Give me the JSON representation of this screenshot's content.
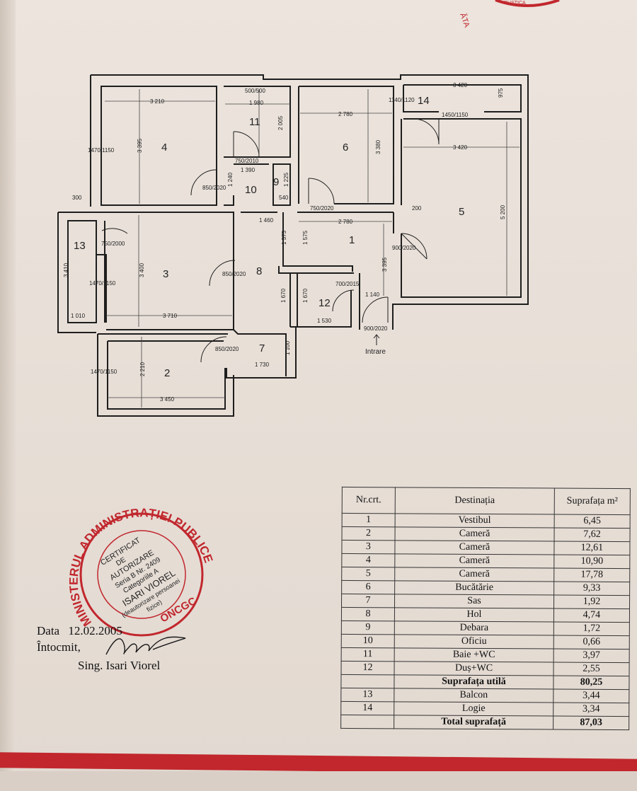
{
  "stamp_top": "ĂTA",
  "stamp_top_corner": "RUSTICA",
  "plan": {
    "rooms": [
      "1",
      "2",
      "3",
      "4",
      "5",
      "6",
      "7",
      "8",
      "9",
      "10",
      "11",
      "12",
      "13",
      "14"
    ],
    "dims": {
      "d3210": "3 210",
      "d3395a": "3 395",
      "d1470a": "1470/1150",
      "d300": "300",
      "d500": "500/500",
      "d1980": "1 980",
      "d2005": "2 005",
      "d750b": "750/2010",
      "d1390": "1 390",
      "d1240": "1 240",
      "d1225": "1 225",
      "d540": "540",
      "d850a": "850/2020",
      "d2780a": "2 780",
      "d3380": "3 380",
      "d750c": "750/2020",
      "d200": "200",
      "d1140a": "1140/1120",
      "d3420a": "3 420",
      "d975": "975",
      "d1450": "1450/1150",
      "d3420b": "3 420",
      "d5200": "5 200",
      "d1460": "1 460",
      "d1575a": "1 575",
      "d1575b": "1 575",
      "d2780b": "2 780",
      "d900a": "900/2020",
      "d750a": "750/2000",
      "d3410": "3 410",
      "d3400": "3 400",
      "d1470b": "1470/1150",
      "d1010": "1 010",
      "d3710": "3 710",
      "d850b": "850/2020",
      "d1670a": "1 670",
      "d1670b": "1 670",
      "d700": "700/2015",
      "d1140b": "1 140",
      "d3395b": "3 395",
      "d1530": "1 530",
      "d900b": "900/2020",
      "entrance": "Intrare",
      "d850c": "850/2020",
      "d1100": "1 100",
      "d1730": "1 730",
      "d1470c": "1470/1150",
      "d2210": "2 210",
      "d3450": "3 450"
    }
  },
  "signature": {
    "date_label": "Data",
    "date": "12.02.2005",
    "drawn_by": "Întocmit,",
    "name": "Sing. Isari Viorel"
  },
  "stamp": {
    "outer": "MINISTERUL ADMINISTRAȚIEI PUBLICE",
    "bottom": "ONCGC",
    "lines": [
      "CERTIFICAT",
      "DE",
      "AUTORIZARE",
      "Seria B Nr. 2409",
      "Categoriile A",
      "ISARI VIOREL",
      "(deautorizare persoanei",
      "fizice)"
    ]
  },
  "table": {
    "headers": [
      "Nr.crt.",
      "Destinația",
      "Suprafața m²"
    ],
    "rows": [
      [
        "1",
        "Vestibul",
        "6,45"
      ],
      [
        "2",
        "Cameră",
        "7,62"
      ],
      [
        "3",
        "Cameră",
        "12,61"
      ],
      [
        "4",
        "Cameră",
        "10,90"
      ],
      [
        "5",
        "Cameră",
        "17,78"
      ],
      [
        "6",
        "Bucătărie",
        "9,33"
      ],
      [
        "7",
        "Sas",
        "1,92"
      ],
      [
        "8",
        "Hol",
        "4,74"
      ],
      [
        "9",
        "Debara",
        "1,72"
      ],
      [
        "10",
        "Oficiu",
        "0,66"
      ],
      [
        "11",
        "Baie +WC",
        "3,97"
      ],
      [
        "12",
        "Duș+WC",
        "2,55"
      ]
    ],
    "subtotal": [
      "",
      "Suprafața utilă",
      "80,25"
    ],
    "rows2": [
      [
        "13",
        "Balcon",
        "3,44"
      ],
      [
        "14",
        "Logie",
        "3,34"
      ]
    ],
    "total": [
      "",
      "Total suprafață",
      "87,03"
    ]
  },
  "colors": {
    "stamp": "#c1272d",
    "ink": "#222222",
    "paper": "#e9e1da"
  }
}
